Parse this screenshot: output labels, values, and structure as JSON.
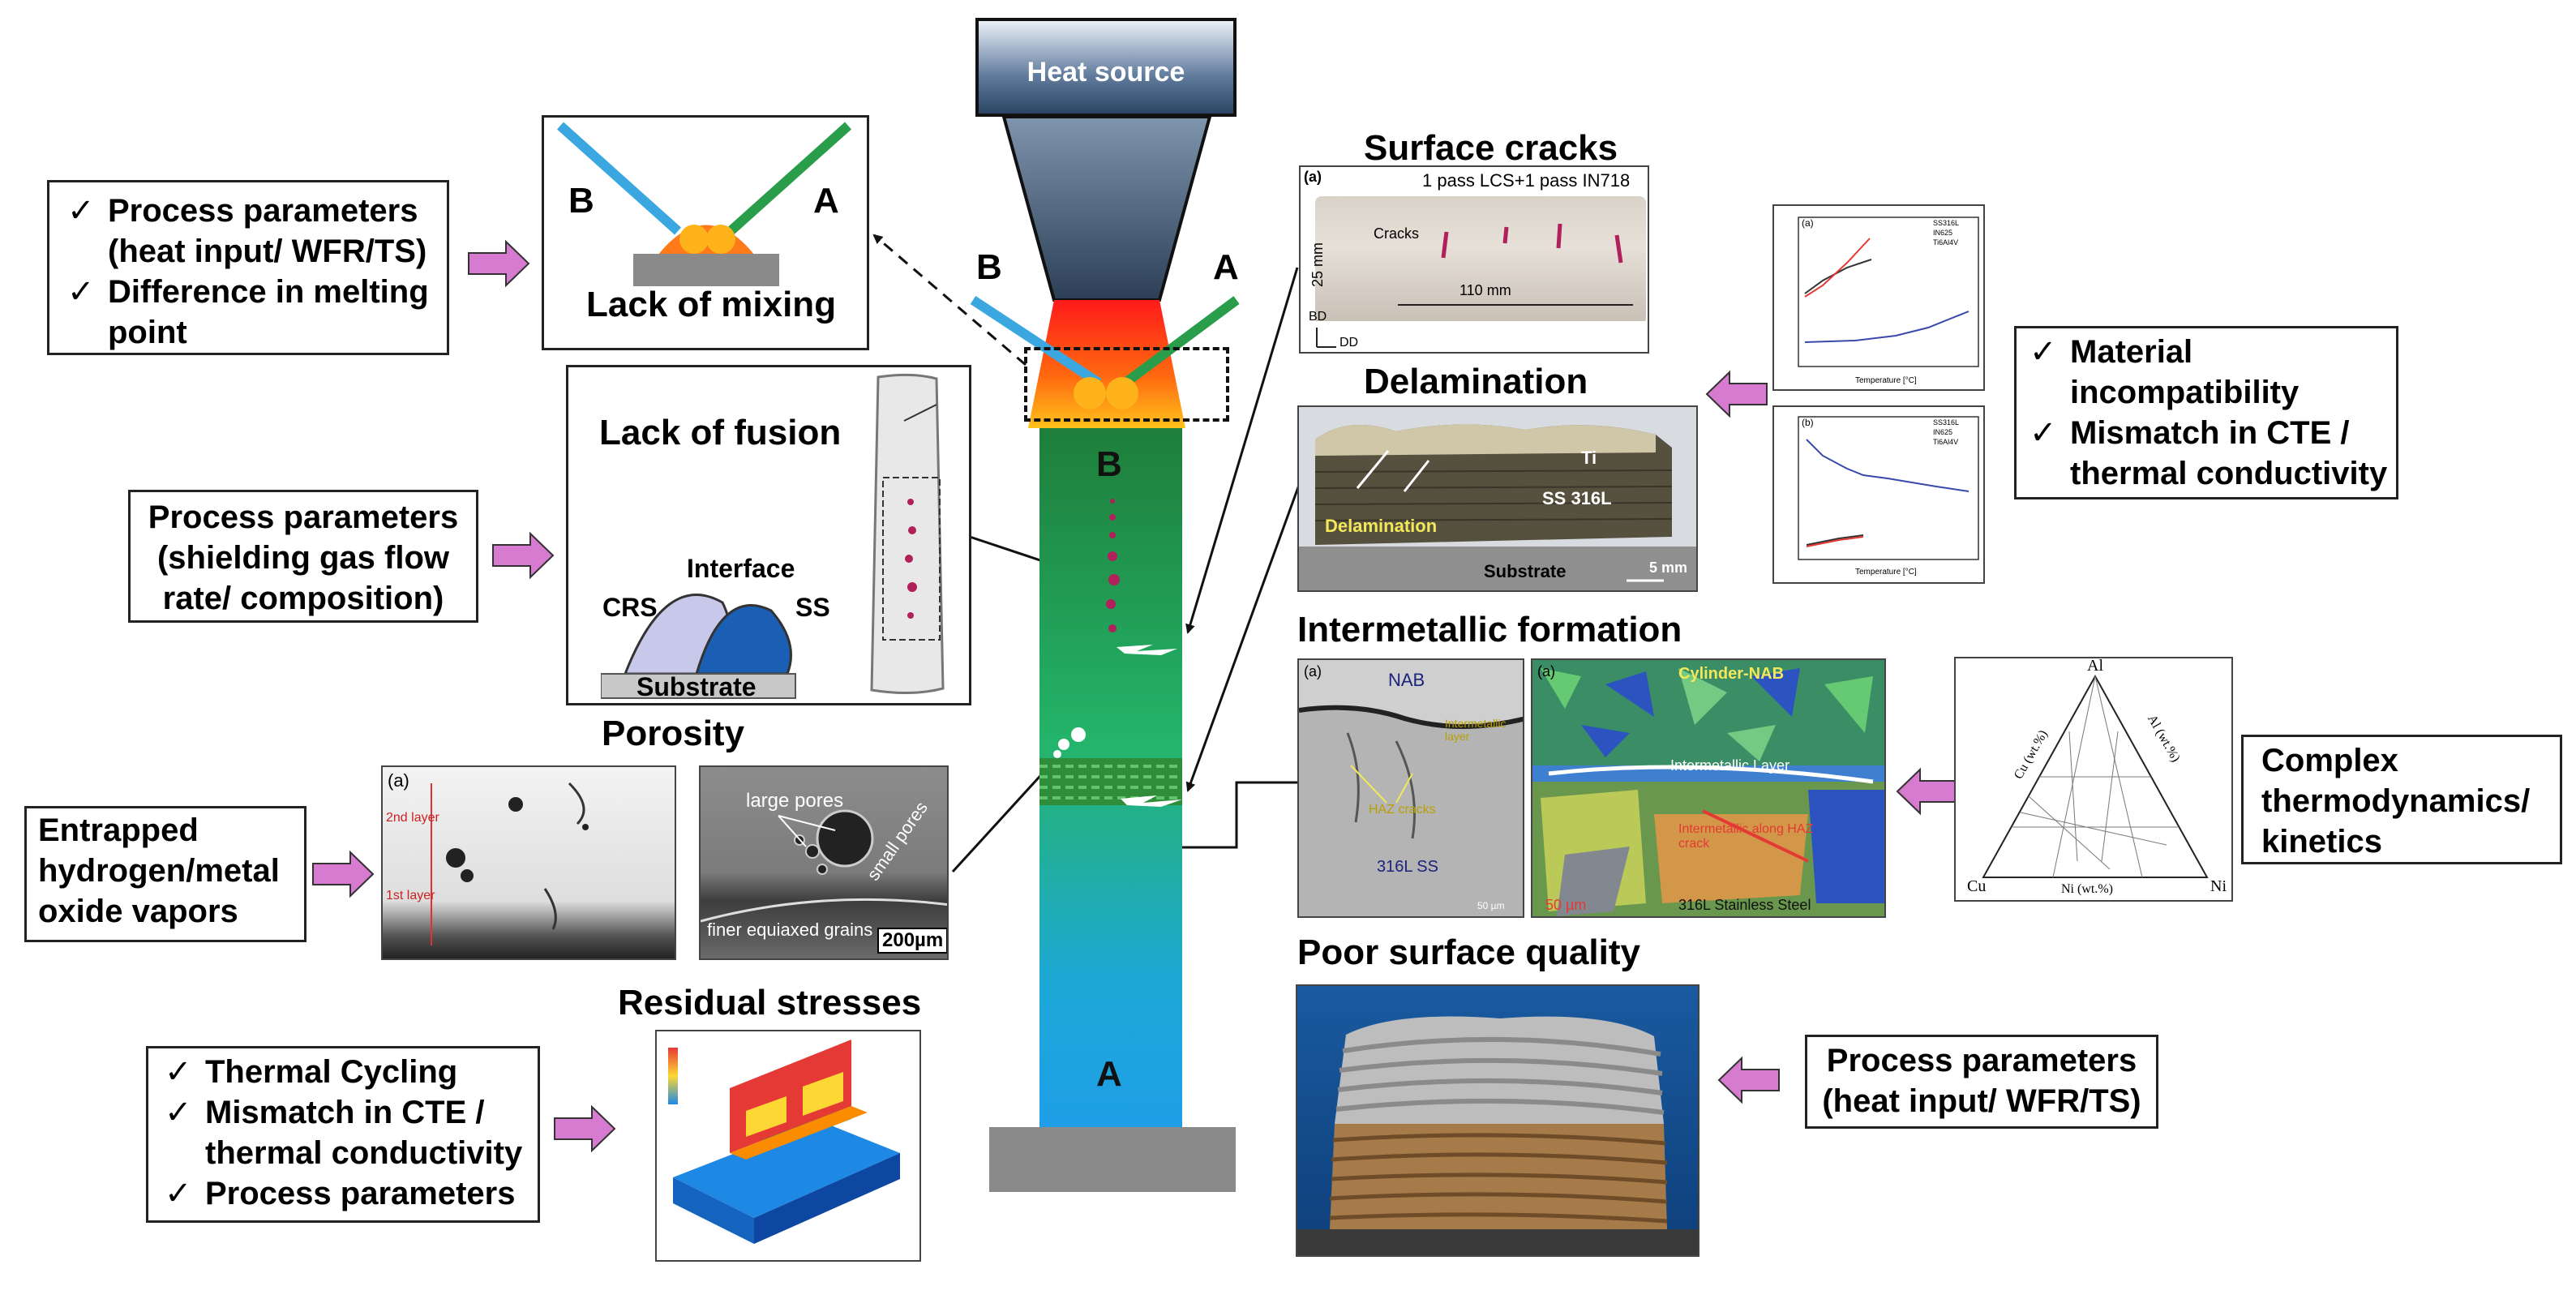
{
  "center": {
    "heat_source": "Heat source",
    "wire_b": "B",
    "wire_a": "A",
    "wall_b": "B",
    "wall_a": "A"
  },
  "lack_of_mixing": {
    "label_b": "B",
    "label_a": "A",
    "title": "Lack of mixing",
    "causes": [
      "Process parameters (heat input/ WFR/TS)",
      "Difference in melting point"
    ]
  },
  "lack_of_fusion": {
    "title": "Lack of fusion",
    "interface": "Interface",
    "crs": "CRS",
    "ss": "SS",
    "substrate": "Substrate",
    "cause": "Process parameters (shielding gas flow rate/ composition)"
  },
  "porosity": {
    "title": "Porosity",
    "panel_label": "(a)",
    "layer2": "2nd layer",
    "layer1": "1st layer",
    "large_pores": "large pores",
    "small_pores": "small pores",
    "grains": "finer equiaxed grains",
    "scale": "200µm",
    "cause": "Entrapped hydrogen/metal oxide vapors"
  },
  "residual": {
    "title": "Residual stresses",
    "causes": [
      "Thermal Cycling",
      "Mismatch in CTE / thermal conductivity",
      "Process parameters"
    ]
  },
  "surface_cracks": {
    "title": "Surface cracks",
    "panel_label": "(a)",
    "caption": "1 pass LCS+1 pass IN718",
    "cracks": "Cracks",
    "height": "25 mm",
    "length": "110 mm",
    "bd": "BD",
    "dd": "DD"
  },
  "delamination": {
    "title": "Delamination",
    "ti": "Ti",
    "ss316l": "SS 316L",
    "delam": "Delamination",
    "substrate": "Substrate",
    "scale": "5 mm",
    "cause": [
      "Material incompatibility",
      "Mismatch in CTE / thermal conductivity"
    ],
    "chart_top_label": "(a)",
    "chart_bottom_label": "(b)",
    "chart_top_legend": [
      "SS316L",
      "IN625",
      "Ti6Al4V"
    ],
    "chart_bottom_legend": [
      "SS316L",
      "IN625",
      "Ti6Al4V"
    ],
    "chart_top_xlabel": "Temperature [°C]",
    "chart_bottom_xlabel": "Temperature [°C]"
  },
  "intermetallic": {
    "title": "Intermetallic formation",
    "left_label": "(a)",
    "nab": "NAB",
    "inter_layer": "Intermetallic layer",
    "haz": "HAZ cracks",
    "ss316": "316L SS",
    "scale_left": "50 µm",
    "right_label": "(a)",
    "cyl_nab": "Cylinder-NAB",
    "inter_layer2": "Intermetallic Layer",
    "inter_haz": "Intermetallic along HAZ crack",
    "ss316_right": "316L Stainless Steel",
    "scale_right": "50 µm",
    "ternary_top": "Al",
    "ternary_left": "Cu",
    "ternary_right": "Ni",
    "ternary_axis_left": "Cu (wt.%)",
    "ternary_axis_right": "Al (wt.%)",
    "ternary_axis_bottom": "Ni (wt.%)",
    "cause": "Complex thermodynamics/ kinetics"
  },
  "surface_quality": {
    "title": "Poor surface quality",
    "cause": "Process parameters (heat input/ WFR/TS)"
  },
  "colors": {
    "pink_arrow": "#d77bd0",
    "wire_blue": "#3ba7e0",
    "wire_green": "#2a9d4a",
    "wall_top": "#1f8a3a",
    "wall_bottom": "#1e9ee6"
  }
}
